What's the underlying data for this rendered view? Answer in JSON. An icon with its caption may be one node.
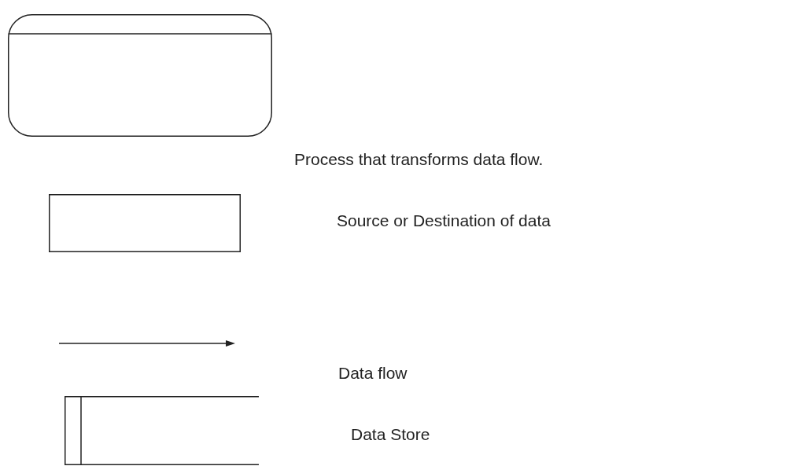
{
  "diagram": {
    "legend": [
      {
        "text": "Process that transforms data flow."
      },
      {
        "text": "Source or Destination of data"
      },
      {
        "text": "Data flow"
      },
      {
        "text": "Data Store"
      }
    ]
  }
}
